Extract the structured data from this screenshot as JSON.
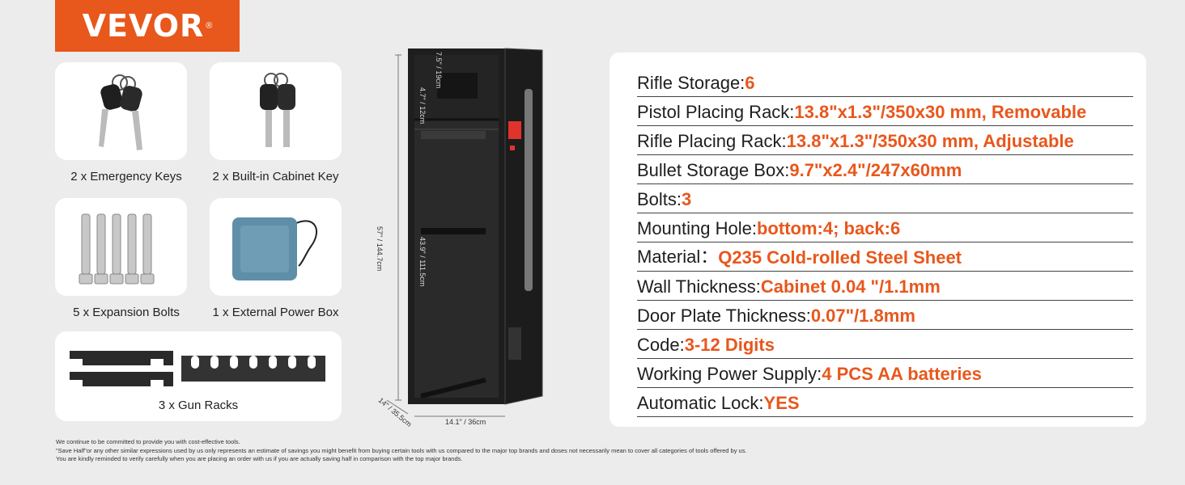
{
  "brand": {
    "name": "VEVOR",
    "mark": "®",
    "color": "#e8571c"
  },
  "accessories": [
    {
      "caption": "2 x Emergency Keys"
    },
    {
      "caption": "2 x Built-in Cabinet Key"
    },
    {
      "caption": "5 x Expansion Bolts"
    },
    {
      "caption": "1 x External Power Box"
    },
    {
      "caption": "3 x Gun Racks"
    }
  ],
  "dimensions": {
    "height": "57\" / 144.7cm",
    "top_compartment": "7.5\" / 19cm",
    "shelf_gap": "4.7\" / 12cm",
    "interior_height": "43.9\" / 111.5cm",
    "depth": "14\" / 35.5cm",
    "width": "14.1\" / 36cm"
  },
  "specs": [
    {
      "label": "Rifle Storage: ",
      "value": "6"
    },
    {
      "label": "Pistol Placing Rack: ",
      "value": "13.8\"x1.3\"/350x30 mm, Removable"
    },
    {
      "label": "Rifle Placing Rack: ",
      "value": "13.8\"x1.3\"/350x30 mm, Adjustable"
    },
    {
      "label": "Bullet Storage Box: ",
      "value": "9.7\"x2.4\"/247x60mm"
    },
    {
      "label": "Bolts: ",
      "value": "3"
    },
    {
      "label": "Mounting Hole: ",
      "value": "bottom:4; back:6"
    },
    {
      "label": "Material：",
      "value": "Q235 Cold-rolled Steel Sheet"
    },
    {
      "label": "Wall Thickness: ",
      "value": "Cabinet 0.04 \"/1.1mm"
    },
    {
      "label": "Door Plate Thickness: ",
      "value": "0.07\"/1.8mm"
    },
    {
      "label": "Code: ",
      "value": "3-12 Digits"
    },
    {
      "label": "Working Power Supply: ",
      "value": "4 PCS AA batteries"
    },
    {
      "label": "Automatic Lock: ",
      "value": "YES"
    }
  ],
  "disclaimer": [
    "We continue to be committed to provide you with cost-effective tools.",
    "\"Save Half\"or any other similar expressions used by us only represents an estimate of savings you might benefit from buying certain tools with us compared to the major top brands and doses not necessarily mean to cover all categories of tools offered by us.",
    "You are kindly reminded to verify carefully when you are placing an order with us if you are actually saving half in comparison with the top major brands."
  ]
}
